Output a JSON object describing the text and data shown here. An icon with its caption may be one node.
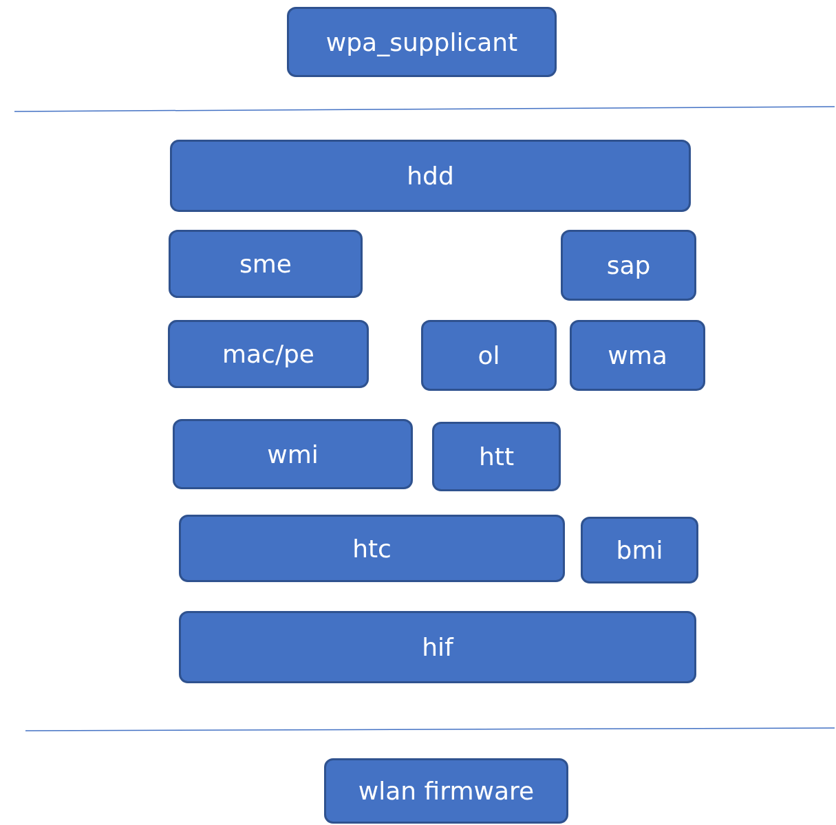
{
  "diagram": {
    "nodes": [
      {
        "text": [
          "wpa_supplicant"
        ]
      },
      {
        "text": [
          "hdd"
        ]
      },
      {
        "text": [
          "sme"
        ]
      },
      {
        "text": [
          "sap"
        ]
      },
      {
        "text": [
          "mac/pe"
        ]
      },
      {
        "text": [
          "ol"
        ]
      },
      {
        "text": [
          "wma"
        ]
      },
      {
        "text": [
          "wmi"
        ]
      },
      {
        "text": [
          "htt"
        ]
      },
      {
        "text": [
          "htc"
        ]
      },
      {
        "text": [
          "bmi"
        ]
      },
      {
        "text": [
          "hif"
        ]
      },
      {
        "text": [
          "wlan firmware"
        ]
      }
    ]
  }
}
